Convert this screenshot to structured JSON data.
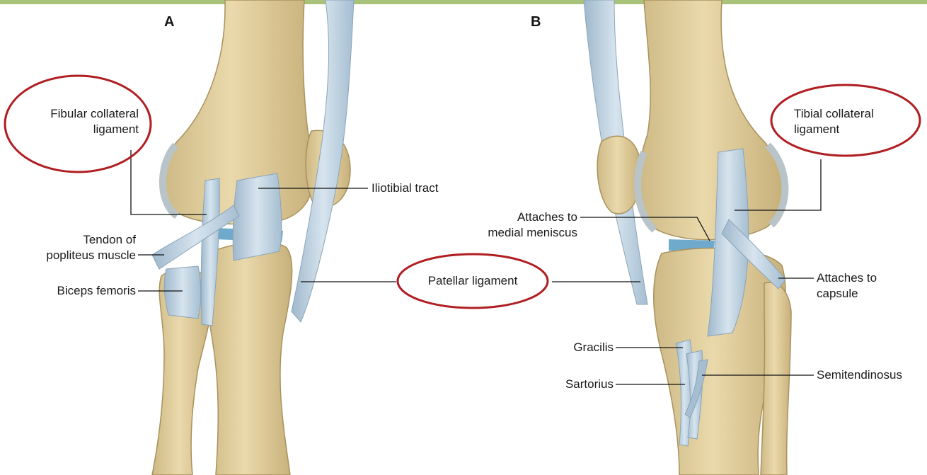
{
  "panels": {
    "a": "A",
    "b": "B"
  },
  "labels": {
    "fibular_collateral": "Fibular collateral\nligament",
    "iliotibial_tract": "Iliotibial tract",
    "tendon_popliteus": "Tendon of\npopliteus muscle",
    "biceps_femoris": "Biceps femoris",
    "patellar_ligament": "Patellar ligament",
    "tibial_collateral": "Tibial collateral\nligament",
    "attaches_medial_meniscus": "Attaches to\nmedial meniscus",
    "attaches_capsule": "Attaches to\ncapsule",
    "gracilis": "Gracilis",
    "sartorius": "Sartorius",
    "semitendinosus": "Semitendinosus"
  },
  "colors": {
    "bone": "#e6d6a8",
    "bone_shadow": "#c9b47c",
    "ligament": "#b8cfe0",
    "meniscus": "#6fa9cc",
    "highlight_ellipse": "#b01e22",
    "top_bar": "#a9c27a"
  }
}
